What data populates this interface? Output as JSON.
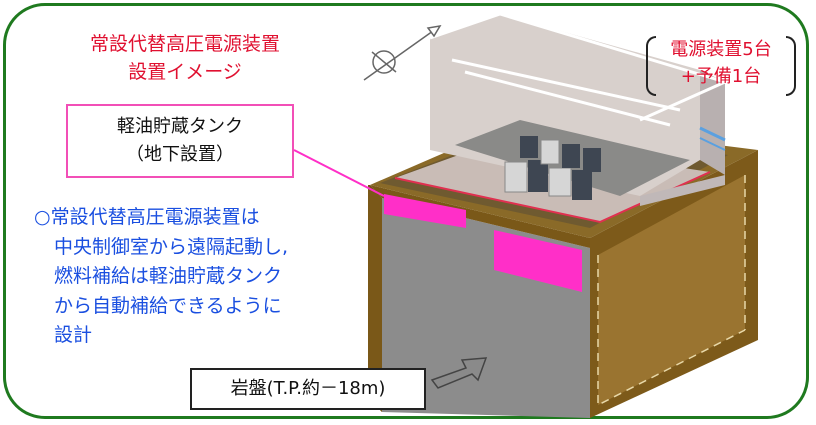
{
  "title": {
    "line1": "常設代替高圧電源装置",
    "line2": "設置イメージ"
  },
  "tank_label": {
    "line1": "軽油貯蔵タンク",
    "line2": "（地下設置）"
  },
  "power_units": {
    "line1": "電源装置5台",
    "line2": "+予備1台"
  },
  "description": {
    "line1": "○常設代替高圧電源装置は",
    "line2": "中央制御室から遠隔起動し,",
    "line3": "燃料補給は軽油貯蔵タンク",
    "line4": "から自動補給できるように",
    "line5": "設計"
  },
  "bedrock_label": "岩盤(T.P.約－18m)",
  "colors": {
    "frame": "#1f7a1f",
    "title": "#e01030",
    "description": "#1a4fe0",
    "tank_highlight": "#ff2fc8",
    "concrete": "#8a8a8a",
    "soil": "#7a5818"
  },
  "icons": [
    "north-arrow-icon",
    "gray-arrow-icon"
  ]
}
